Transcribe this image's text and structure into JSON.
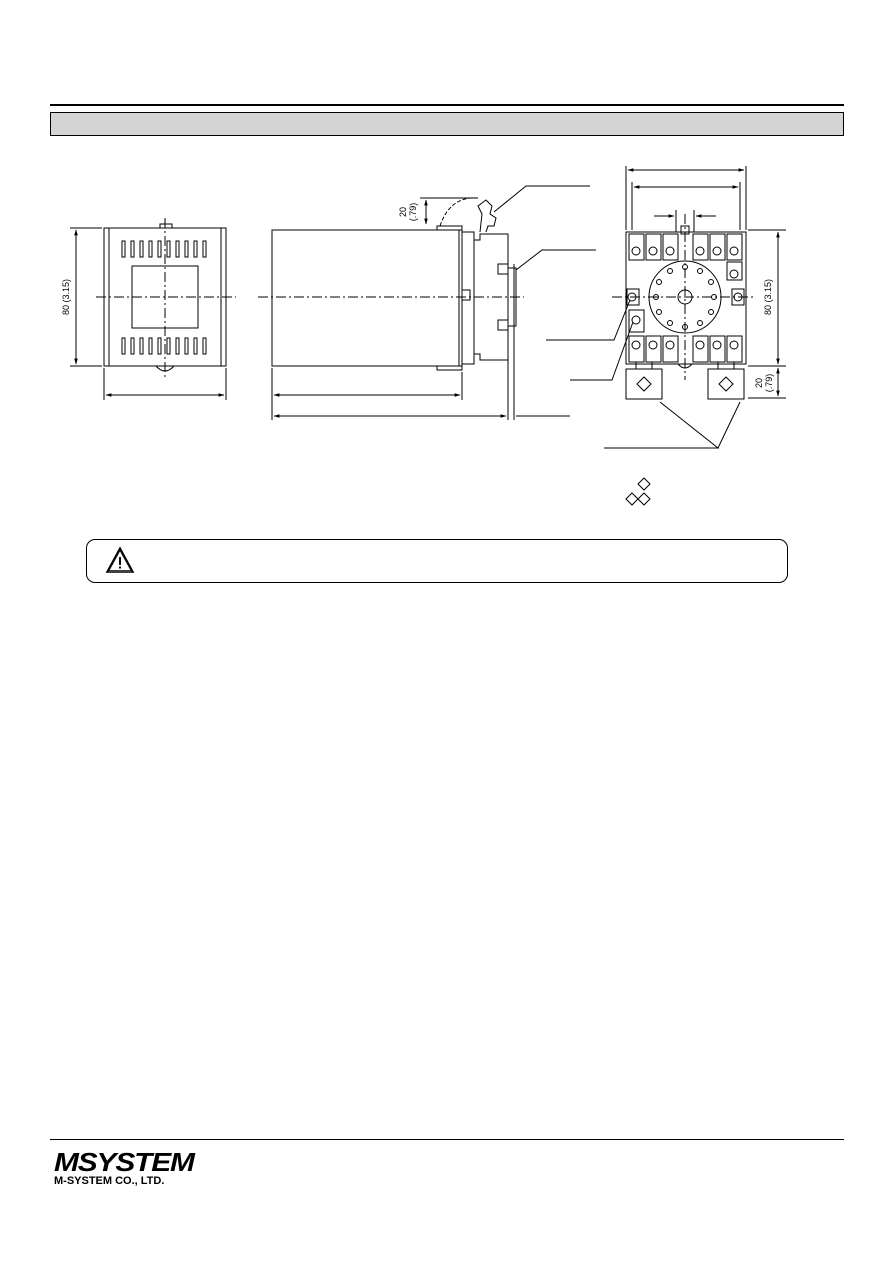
{
  "brand": {
    "logo": "MSYSTEM",
    "company": "M-SYSTEM CO., LTD."
  },
  "front_view": {
    "height_dim": "80 (3.15)"
  },
  "side_view": {
    "clearance_dim": "20\n(.79)"
  },
  "socket_view": {
    "height_dim": "80 (3.15)",
    "clearance_dim": "20\n(.79)"
  },
  "icons": [
    "warning-icon",
    "diamond-symbol"
  ]
}
